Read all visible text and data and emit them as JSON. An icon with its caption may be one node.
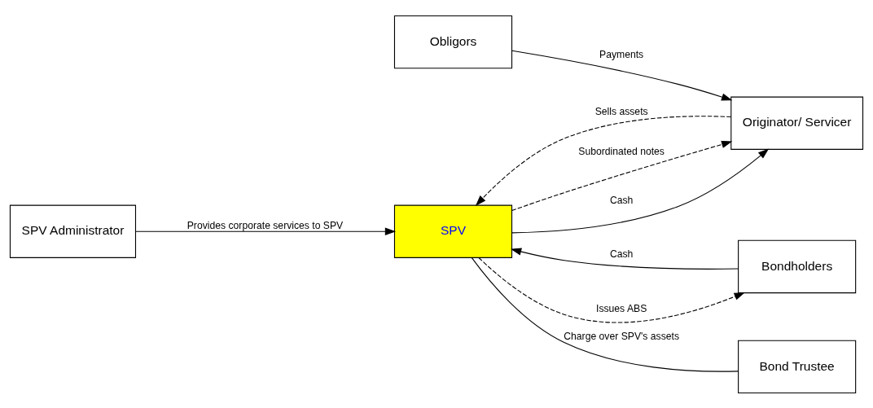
{
  "diagram": {
    "nodes": [
      {
        "text": [
          "SPV Administrator"
        ]
      },
      {
        "text": [
          "Bond Trustee"
        ]
      },
      {
        "text": [
          "Originator/ Servicer"
        ]
      },
      {
        "text": [
          "SPV"
        ]
      },
      {
        "text": [
          "Bondholders"
        ]
      },
      {
        "text": [
          "Obligors"
        ]
      }
    ],
    "edges": [
      {
        "from": 0,
        "to": 3,
        "arrow": "to",
        "label": "Provides corporate services to SPV"
      },
      {
        "from": 3,
        "to": 1,
        "arrow": "none",
        "label": "Charge over SPV's assets"
      },
      {
        "from": 2,
        "to": 3,
        "arrow": "to",
        "label": "Sells assets",
        "style": "dashed"
      },
      {
        "from": 3,
        "to": 2,
        "arrow": "to",
        "label": "Cash"
      },
      {
        "from": 3,
        "to": 2,
        "arrow": "to",
        "label": "Subordinated notes",
        "style": "dashed"
      },
      {
        "from": 3,
        "to": 4,
        "arrow": "to",
        "label": "Issues ABS",
        "style": "dashed"
      },
      {
        "from": 4,
        "to": 3,
        "arrow": "to",
        "label": "Cash"
      },
      {
        "from": 5,
        "to": 2,
        "arrow": "to",
        "label": "Payments"
      }
    ]
  }
}
